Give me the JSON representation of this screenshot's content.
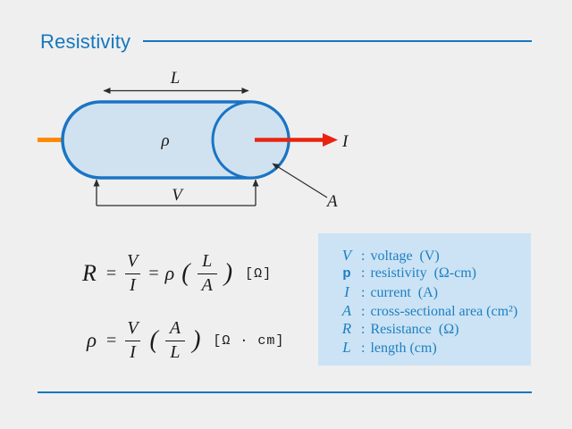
{
  "slide": {
    "title": "Resistivity"
  },
  "colors": {
    "accent_blue": "#1577be",
    "legend_text": "#1e7fc2",
    "legend_bg": "#cbe3f4",
    "capsule_fill": "#d0e2f0",
    "capsule_stroke": "#1a74c4",
    "wire_orange": "#ff8a00",
    "current_red": "#e82410",
    "ink": "#1a1a1a"
  },
  "diagram": {
    "labels": {
      "length": "L",
      "resistivity": "ρ",
      "voltage": "V",
      "current": "I",
      "area": "A"
    }
  },
  "formulas": {
    "resistance": {
      "lhs": "R",
      "eq1": "=",
      "num1": "V",
      "den1": "I",
      "eq2": "=",
      "coef": "ρ",
      "open": "(",
      "num2": "L",
      "den2": "A",
      "close": ")",
      "unit": "[Ω]"
    },
    "resistivity": {
      "lhs": "ρ",
      "eq1": "=",
      "num1": "V",
      "den1": "I",
      "open": "(",
      "num2": "A",
      "den2": "L",
      "close": ")",
      "unit": "[Ω · cm]"
    }
  },
  "legend": {
    "items": [
      {
        "symbol": "V",
        "sep": ":",
        "desc": "voltage  (V)"
      },
      {
        "symbol": "p",
        "sep": ":",
        "desc": "resistivity  (Ω-cm)"
      },
      {
        "symbol": "I",
        "sep": ":",
        "desc": "current  (A)"
      },
      {
        "symbol": "A",
        "sep": ":",
        "desc": "cross-sectional area (cm²)"
      },
      {
        "symbol": "R",
        "sep": ":",
        "desc": "Resistance  (Ω)"
      },
      {
        "symbol": "L",
        "sep": ":",
        "desc": "length (cm)"
      }
    ]
  }
}
